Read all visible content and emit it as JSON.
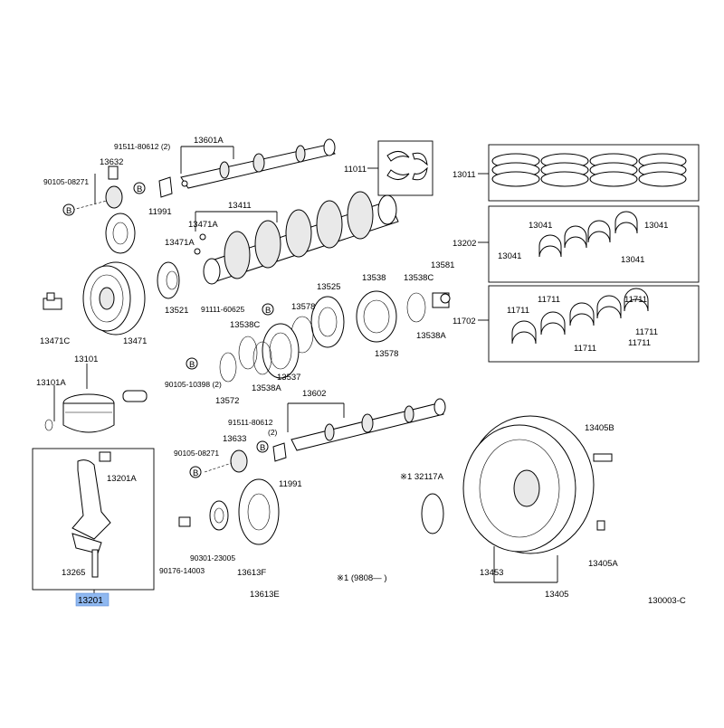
{
  "diagram": {
    "code": "130003-C",
    "note": "※1 (9808—        )",
    "highlighted": "13201"
  },
  "labels": [
    {
      "id": "l01",
      "text": "13601A"
    },
    {
      "id": "l02",
      "text": "91511-80612 (2)"
    },
    {
      "id": "l03",
      "text": "13632"
    },
    {
      "id": "l04",
      "text": "90105-08271"
    },
    {
      "id": "l05",
      "text": "B"
    },
    {
      "id": "l06",
      "text": "B"
    },
    {
      "id": "l07",
      "text": "11991"
    },
    {
      "id": "l08",
      "text": "13411"
    },
    {
      "id": "l09",
      "text": "13471A"
    },
    {
      "id": "l10",
      "text": "13471A"
    },
    {
      "id": "l11",
      "text": "11011"
    },
    {
      "id": "l12",
      "text": "13011"
    },
    {
      "id": "l13",
      "text": "13041"
    },
    {
      "id": "l14",
      "text": "13041"
    },
    {
      "id": "l15",
      "text": "13202"
    },
    {
      "id": "l16",
      "text": "13041"
    },
    {
      "id": "l17",
      "text": "13041"
    },
    {
      "id": "l18",
      "text": "13471C"
    },
    {
      "id": "l19",
      "text": "13471"
    },
    {
      "id": "l20",
      "text": "13521"
    },
    {
      "id": "l21",
      "text": "13525"
    },
    {
      "id": "l22",
      "text": "13538"
    },
    {
      "id": "l23",
      "text": "13538C"
    },
    {
      "id": "l24",
      "text": "13581"
    },
    {
      "id": "l25",
      "text": "91111-60625"
    },
    {
      "id": "l26",
      "text": "B"
    },
    {
      "id": "l27",
      "text": "13578"
    },
    {
      "id": "l28",
      "text": "13538C"
    },
    {
      "id": "l29",
      "text": "13538A"
    },
    {
      "id": "l30",
      "text": "13578"
    },
    {
      "id": "l31",
      "text": "11702"
    },
    {
      "id": "l32",
      "text": "11711"
    },
    {
      "id": "l33",
      "text": "11711"
    },
    {
      "id": "l34",
      "text": "11711"
    },
    {
      "id": "l35",
      "text": "11711"
    },
    {
      "id": "l36",
      "text": "11711"
    },
    {
      "id": "l37",
      "text": "11711"
    },
    {
      "id": "l38",
      "text": "13101"
    },
    {
      "id": "l39",
      "text": "13101A"
    },
    {
      "id": "l40",
      "text": "B"
    },
    {
      "id": "l41",
      "text": "90105-10398 (2)"
    },
    {
      "id": "l42",
      "text": "13572"
    },
    {
      "id": "l43",
      "text": "13538A"
    },
    {
      "id": "l44",
      "text": "13537"
    },
    {
      "id": "l45",
      "text": "13602"
    },
    {
      "id": "l46",
      "text": "91511-80612"
    },
    {
      "id": "l47",
      "text": "(2)"
    },
    {
      "id": "l48",
      "text": "B"
    },
    {
      "id": "l49",
      "text": "13633"
    },
    {
      "id": "l50",
      "text": "90105-08271"
    },
    {
      "id": "l51",
      "text": "B"
    },
    {
      "id": "l52",
      "text": "11991"
    },
    {
      "id": "l53",
      "text": "13201A"
    },
    {
      "id": "l54",
      "text": "※1 32117A"
    },
    {
      "id": "l55",
      "text": "13405B"
    },
    {
      "id": "l56",
      "text": "90301-23005"
    },
    {
      "id": "l57",
      "text": "90176-14003"
    },
    {
      "id": "l58",
      "text": "13613F"
    },
    {
      "id": "l59",
      "text": "13613E"
    },
    {
      "id": "l60",
      "text": "13265"
    },
    {
      "id": "l61",
      "text": "13201"
    },
    {
      "id": "l62",
      "text": "13453"
    },
    {
      "id": "l63",
      "text": "13405"
    },
    {
      "id": "l64",
      "text": "13405A"
    }
  ]
}
